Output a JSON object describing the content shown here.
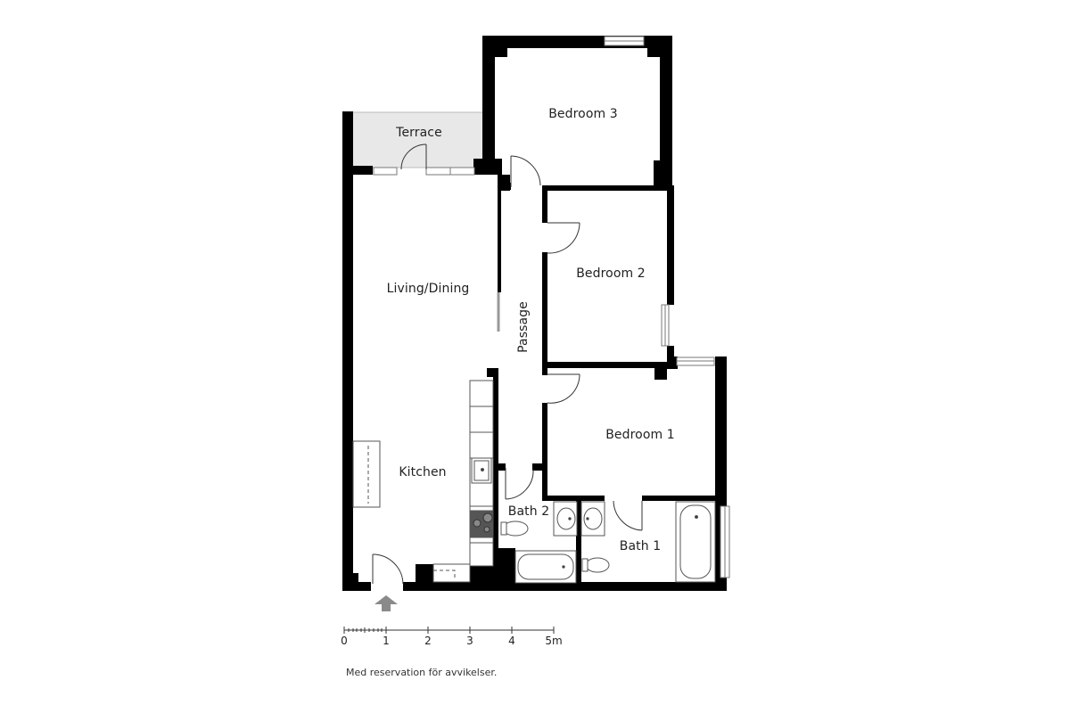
{
  "rooms": {
    "terrace": "Terrace",
    "bedroom3": "Bedroom 3",
    "bedroom2": "Bedroom 2",
    "bedroom1": "Bedroom 1",
    "living_dining": "Living/Dining",
    "kitchen": "Kitchen",
    "passage": "Passage",
    "bath2": "Bath 2",
    "bath1": "Bath 1"
  },
  "scale_bar": {
    "ticks": [
      "0",
      "1",
      "2",
      "3",
      "4",
      "5m"
    ],
    "unit": "m"
  },
  "disclaimer": "Med reservation för avvikelser.",
  "colors": {
    "wall": "#000000",
    "terrace_fill": "#e8e8e8",
    "entrance_arrow": "#8a8a8a",
    "stove": "#555555"
  },
  "icons": {
    "entrance": "entrance-arrow-icon"
  }
}
